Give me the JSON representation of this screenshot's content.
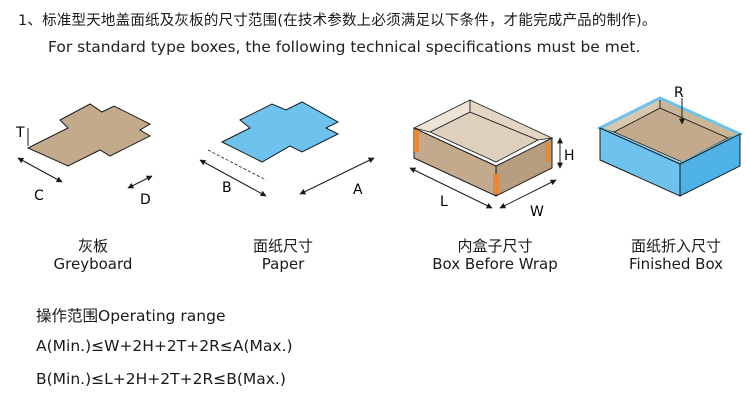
{
  "heading": {
    "zh": "1、标准型天地盖面纸及灰板的尺寸范围(在技术参数上必须满足以下条件，才能完成产品的制作)。",
    "en": "For standard type boxes, the following technical specifications must be met."
  },
  "figures": [
    {
      "zh": "灰板",
      "en": "Greyboard",
      "dims": [
        "T",
        "C",
        "D"
      ]
    },
    {
      "zh": "面纸尺寸",
      "en": "Paper",
      "dims": [
        "B",
        "A"
      ]
    },
    {
      "zh": "内盒子尺寸",
      "en": "Box Before Wrap",
      "dims": [
        "H",
        "L",
        "W"
      ]
    },
    {
      "zh": "面纸折入尺寸",
      "en": "Finished Box",
      "dims": [
        "R"
      ]
    }
  ],
  "range": {
    "title": "操作范围Operating range",
    "formula_a": "A(Min.)≤W+2H+2T+2R≤A(Max.)",
    "formula_b": "B(Min.)≤L+2H+2T+2R≤B(Max.)"
  },
  "colors": {
    "greyboard": "#c4aa8c",
    "paper": "#6dc3ee",
    "outline": "#1a1a1a",
    "edge_tab": "#e68a3a"
  }
}
